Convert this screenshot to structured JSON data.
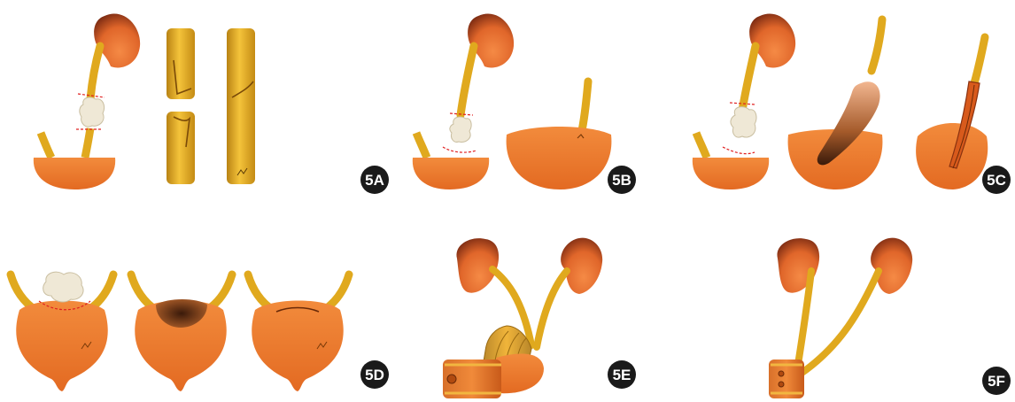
{
  "panels": [
    {
      "label": "5A",
      "content": "ureter-excision-end-to-end-anastomosis"
    },
    {
      "label": "5B",
      "content": "ureteroneocystostomy"
    },
    {
      "label": "5C",
      "content": "bladder-flap"
    },
    {
      "label": "5D",
      "content": "bladder-wall-repair"
    },
    {
      "label": "5E",
      "content": "ileal-ureter"
    },
    {
      "label": "5F",
      "content": "ileal-conduit"
    }
  ],
  "colors": {
    "kidney_light": "#f07c3a",
    "kidney_dark": "#7a2a12",
    "ureter": "#e0a91e",
    "ureter_dark": "#a87410",
    "bladder": "#ef7a2a",
    "bladder_dark": "#b84e12",
    "tumor": "#efe8d6",
    "incision": "#e02020",
    "badge": "#1a1a1a"
  }
}
